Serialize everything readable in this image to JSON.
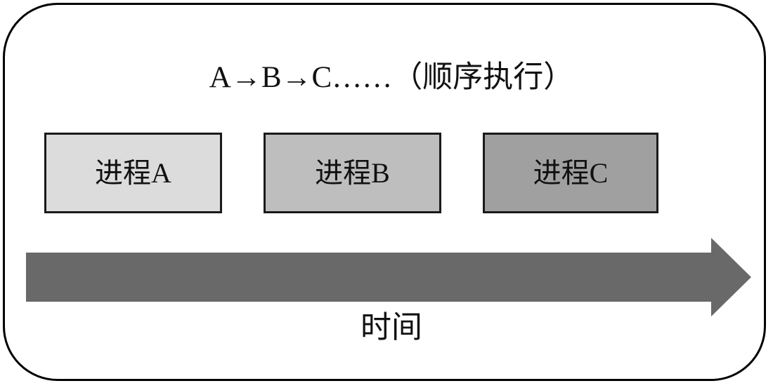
{
  "diagram": {
    "title_sequence": "A→B→C……（顺序执行）",
    "time_axis_label": "时间",
    "frame": {
      "border_color": "#000000",
      "background_color": "#ffffff"
    },
    "processes": [
      {
        "label": "进程A",
        "fill_color": "#dcdcdc",
        "border_color": "#1a1a1a"
      },
      {
        "label": "进程B",
        "fill_color": "#bebebe",
        "border_color": "#1a1a1a"
      },
      {
        "label": "进程C",
        "fill_color": "#a0a0a0",
        "border_color": "#1a1a1a"
      }
    ],
    "arrow": {
      "name": "time-arrow",
      "direction": "right",
      "fill_color": "#696969"
    }
  }
}
